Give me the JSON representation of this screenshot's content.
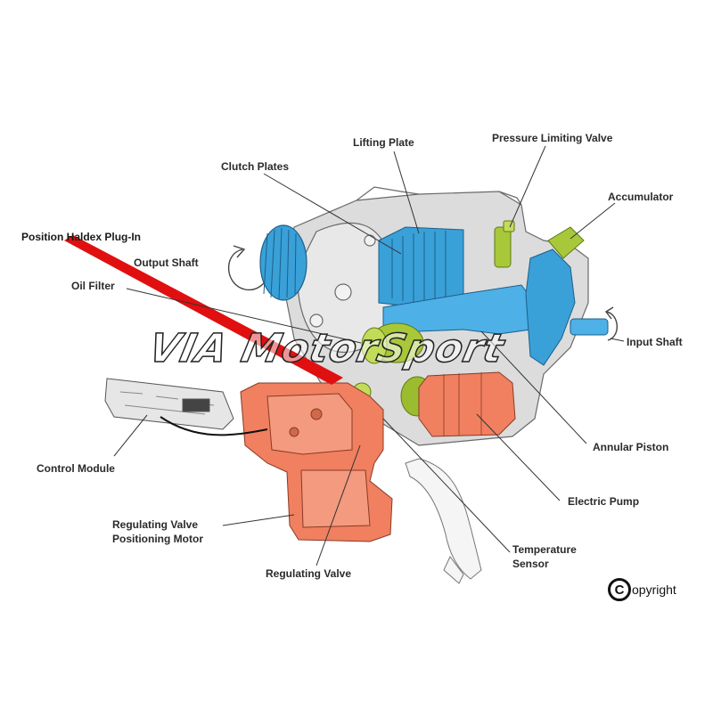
{
  "labels": {
    "lifting_plate": "Lifting Plate",
    "pressure_limiting_valve": "Pressure Limiting Valve",
    "clutch_plates": "Clutch Plates",
    "accumulator": "Accumulator",
    "position_plug_in": "Position Haldex Plug-In",
    "output_shaft": "Output Shaft",
    "oil_filter": "Oil Filter",
    "input_shaft": "Input Shaft",
    "control_module": "Control Module",
    "annular_piston": "Annular Piston",
    "electric_pump": "Electric Pump",
    "regulating_valve_positioning_motor_l1": "Regulating Valve",
    "regulating_valve_positioning_motor_l2": "Positioning Motor",
    "regulating_valve": "Regulating Valve",
    "temperature_sensor_l1": "Temperature",
    "temperature_sensor_l2": "Sensor"
  },
  "watermark": "VIA MotorSport",
  "copyright": {
    "symbol": "C",
    "text": "opyright"
  },
  "colors": {
    "housing": "#d8d8d8",
    "clutch_blue": "#3aa0d8",
    "valves_green": "#a8c83a",
    "motor_orange": "#f08060",
    "pointer_red": "#e01010",
    "leader_lines": "#333333"
  }
}
